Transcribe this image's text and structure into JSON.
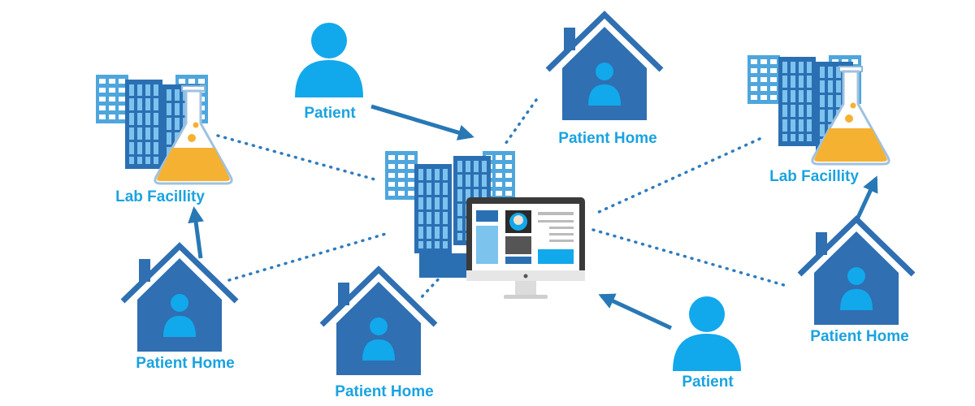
{
  "nodes": {
    "lab_left": {
      "label": "Lab Facillity"
    },
    "lab_right": {
      "label": "Lab Facillity"
    },
    "patient_top": {
      "label": "Patient"
    },
    "patient_bottom": {
      "label": "Patient"
    },
    "home_top": {
      "label": "Patient Home"
    },
    "home_bottom_left": {
      "label": "Patient Home"
    },
    "home_bottom_center": {
      "label": "Patient Home"
    },
    "home_right": {
      "label": "Patient Home"
    }
  },
  "colors": {
    "building_light": "#4ea6dd",
    "building_dark": "#2b6fb3",
    "house": "#2f6fb2",
    "person": "#12a8ec",
    "flask_liquid": "#f5b131",
    "label": "#1aa3e0",
    "arrow": "#2878b5",
    "dots": "#2f7bbd"
  },
  "icons": {
    "hub": "office-building-with-monitor-icon",
    "lab": "lab-building-with-flask-icon",
    "home": "house-with-person-icon",
    "patient": "person-icon"
  }
}
